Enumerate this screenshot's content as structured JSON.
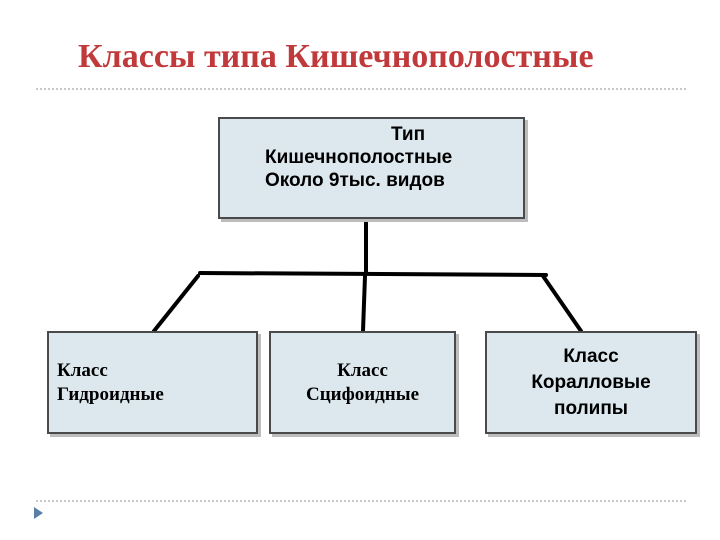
{
  "slide": {
    "title": "Классы типа Кишечнополостные"
  },
  "diagram": {
    "root": {
      "lines": [
        "Тип",
        "Кишечнополостные",
        "Около 9тыс.  видов"
      ]
    },
    "children": [
      {
        "lines": [
          "Класс",
          "Гидроидные"
        ]
      },
      {
        "lines": [
          "Класс",
          "Сцифоидные"
        ]
      },
      {
        "lines": [
          "Класс",
          "Коралловые",
          "полипы"
        ]
      }
    ]
  },
  "colors": {
    "title": "#c0393b",
    "box_fill": "#dce8ee",
    "box_border": "#4a4a4a",
    "bullet": "#5a7fa6"
  }
}
